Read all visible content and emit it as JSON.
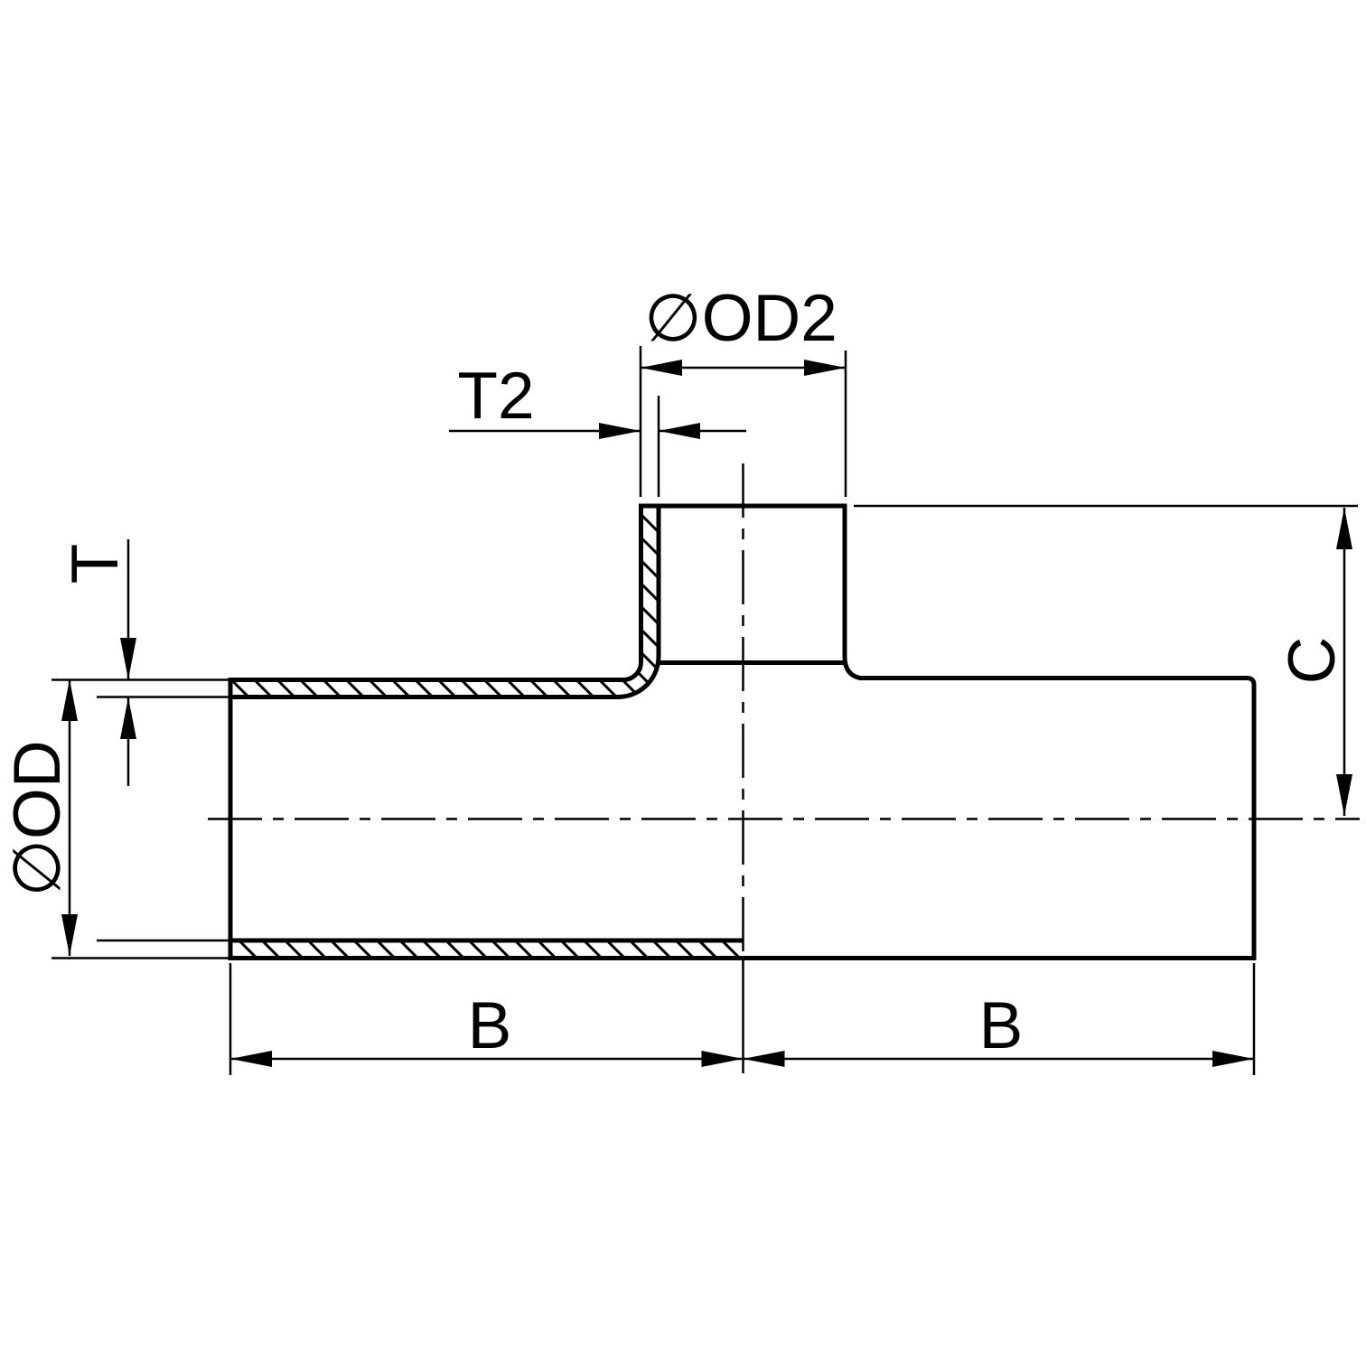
{
  "drawing": {
    "type": "technical-dimension-drawing",
    "subject": "reducing tee pipe fitting, half section view",
    "colors": {
      "line": "#000000",
      "background": "#ffffff"
    },
    "labels": {
      "branch_outer_diameter": "∅OD2",
      "branch_wall_thickness": "T2",
      "run_wall_thickness": "T",
      "run_outer_diameter": "∅OD",
      "run_length_left": "B",
      "run_length_right": "B",
      "center_to_branch_end": "C"
    }
  }
}
